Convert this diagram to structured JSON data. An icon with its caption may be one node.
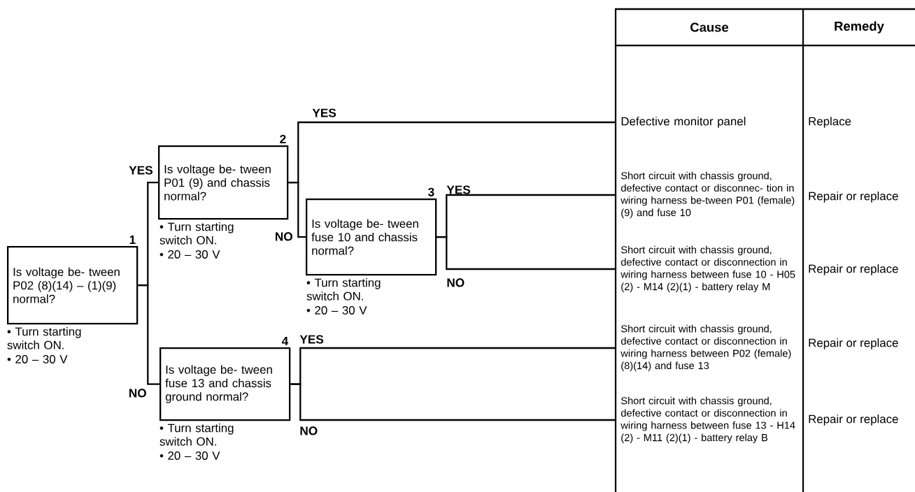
{
  "diagram": {
    "nodes": [
      {
        "text": [
          "1",
          "Is voltage be- tween P02 (8)(14) – (1)(9) normal?"
        ],
        "beside": [
          "• Turn starting switch ON.",
          "• 20 – 30 V"
        ]
      },
      {
        "text": [
          "2",
          "Is voltage be- tween P01 (9) and chassis normal?"
        ],
        "beside": [
          "• Turn starting switch ON.",
          "• 20 – 30 V"
        ]
      },
      {
        "text": [
          "3",
          "Is voltage be- tween fuse 10 and chassis normal?"
        ],
        "beside": [
          "• Turn starting switch ON.",
          "• 20 – 30 V"
        ]
      },
      {
        "text": [
          "4",
          "Is voltage be- tween fuse 13 and chassis ground normal?"
        ],
        "beside": [
          "• Turn starting switch ON.",
          "• 20 – 30 V"
        ]
      },
      {
        "text": [
          "Defective monitor panel"
        ]
      },
      {
        "text": [
          "Short circuit with chassis ground, defective contact or disconnec- tion in wiring harness be-tween P01 (female) (9) and fuse 10"
        ]
      },
      {
        "text": [
          "Short circuit with chassis ground, defective contact or disconnection in wiring harness between fuse 10 - H05 (2) - M14 (2)(1) - battery relay M"
        ]
      },
      {
        "text": [
          "Short circuit with chassis ground, defective contact or disconnection in wiring harness between P02 (female) (8)(14) and fuse 13"
        ]
      },
      {
        "text": [
          "Short circuit with chassis ground, defective contact or disconnection in wiring harness between fuse 13 - H14 (2) - M11 (2)(1) - battery relay B"
        ]
      }
    ],
    "edges": [
      {
        "from": 0,
        "to": 1,
        "arrow": "none",
        "label": "YES"
      },
      {
        "from": 0,
        "to": 3,
        "arrow": "none",
        "label": "NO"
      },
      {
        "from": 1,
        "to": 4,
        "arrow": "none",
        "label": "YES"
      },
      {
        "from": 1,
        "to": 2,
        "arrow": "none",
        "label": "NO"
      },
      {
        "from": 2,
        "to": 5,
        "arrow": "none",
        "label": "YES"
      },
      {
        "from": 2,
        "to": 6,
        "arrow": "none",
        "label": "NO"
      },
      {
        "from": 3,
        "to": 7,
        "arrow": "none",
        "label": "YES"
      },
      {
        "from": 3,
        "to": 8,
        "arrow": "none",
        "label": "NO"
      }
    ],
    "labels": [
      "Cause",
      "Remedy",
      "Replace",
      "Repair or replace",
      "Repair or replace",
      "Repair or replace",
      "Repair or replace"
    ]
  }
}
